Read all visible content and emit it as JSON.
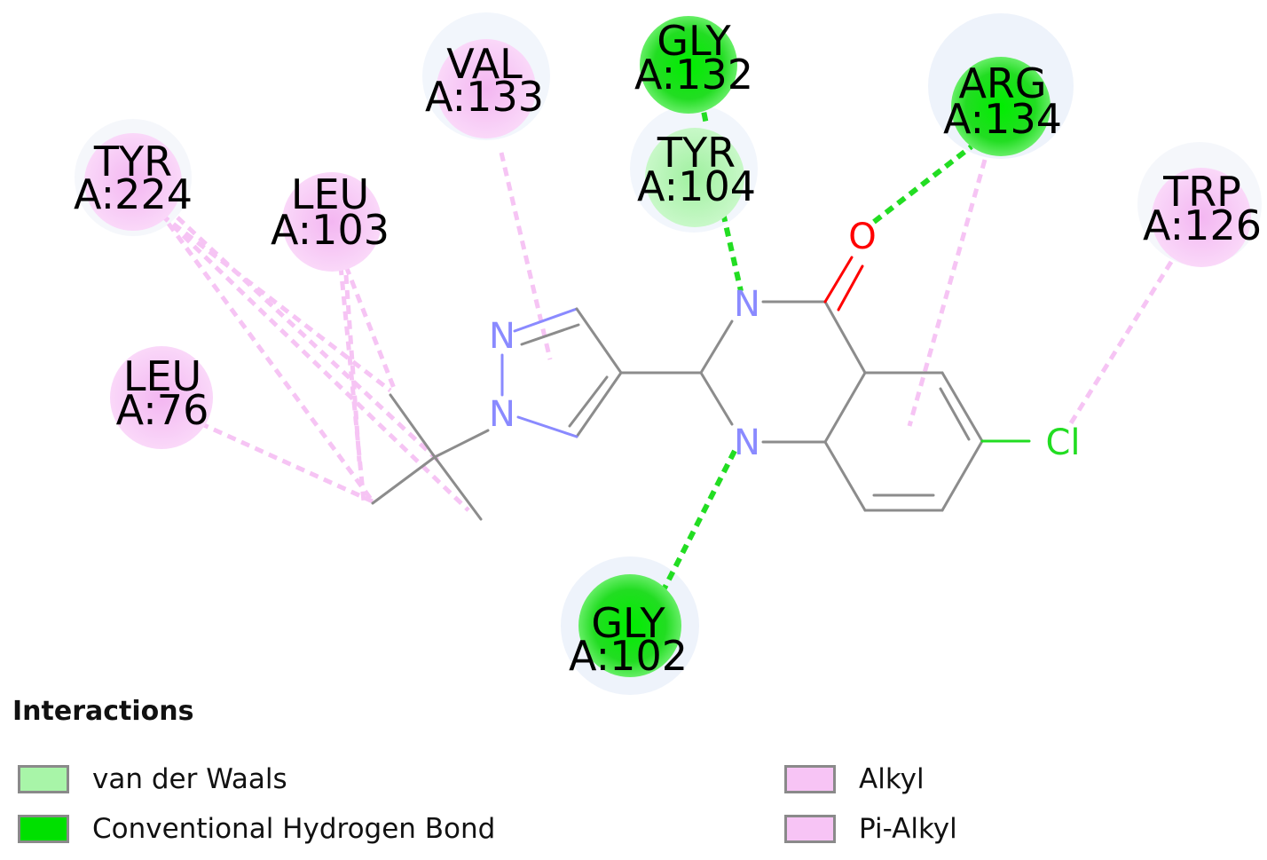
{
  "residues": [
    {
      "id": "tyr224",
      "name": "TYR",
      "chain": "A:224",
      "type": "pi-alkyl"
    },
    {
      "id": "leu103",
      "name": "LEU",
      "chain": "A:103",
      "type": "alkyl"
    },
    {
      "id": "val133",
      "name": "VAL",
      "chain": "A:133",
      "type": "pi-alkyl"
    },
    {
      "id": "gly132",
      "name": "GLY",
      "chain": "A:132",
      "type": "hbond"
    },
    {
      "id": "tyr104",
      "name": "TYR",
      "chain": "A:104",
      "type": "vdw"
    },
    {
      "id": "arg134",
      "name": "ARG",
      "chain": "A:134",
      "type": "hbond"
    },
    {
      "id": "trp126",
      "name": "TRP",
      "chain": "A:126",
      "type": "pi-alkyl"
    },
    {
      "id": "leu76",
      "name": "LEU",
      "chain": "A:76",
      "type": "alkyl"
    },
    {
      "id": "gly102",
      "name": "GLY",
      "chain": "A:102",
      "type": "hbond"
    }
  ],
  "atoms": {
    "n_pyrazole_top": "N",
    "n_pyrazole_bottom": "N",
    "n_ring_top": "N",
    "n_ring_bottom": "N",
    "oxygen": "O",
    "chlorine": "Cl"
  },
  "colors": {
    "vdw": "#a8f5a8",
    "hbond": "#00e000",
    "alkyl": "#f7c4f5",
    "pi_alkyl": "#f7c4f5",
    "nitrogen": "#8a8aff",
    "oxygen": "#ff0000",
    "chlorine": "#22dd22",
    "bond": "#8c8c8c"
  },
  "legend": {
    "title": "Interactions",
    "items": [
      {
        "label": "van der Waals",
        "color": "#a8f5a8"
      },
      {
        "label": "Conventional Hydrogen Bond",
        "color": "#00e000"
      },
      {
        "label": "Alkyl",
        "color": "#f7c4f5"
      },
      {
        "label": "Pi-Alkyl",
        "color": "#f7c4f5"
      }
    ]
  }
}
